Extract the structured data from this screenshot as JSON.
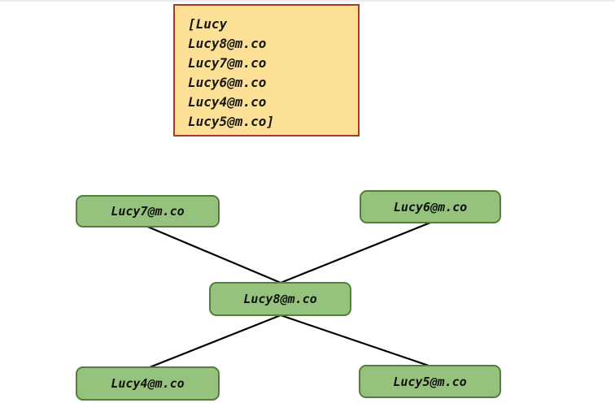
{
  "annotation_box": {
    "lines": [
      "[Lucy",
      "Lucy8@m.co",
      "Lucy7@m.co",
      "Lucy6@m.co",
      "Lucy4@m.co",
      "Lucy5@m.co]"
    ]
  },
  "diagram": {
    "nodes": [
      {
        "id": "lucy7",
        "label": "Lucy7@m.co"
      },
      {
        "id": "lucy6",
        "label": "Lucy6@m.co"
      },
      {
        "id": "lucy8",
        "label": "Lucy8@m.co"
      },
      {
        "id": "lucy4",
        "label": "Lucy4@m.co"
      },
      {
        "id": "lucy5",
        "label": "Lucy5@m.co"
      }
    ],
    "edges": [
      {
        "from": "Lucy7@m.co",
        "to": "Lucy8@m.co"
      },
      {
        "from": "Lucy6@m.co",
        "to": "Lucy8@m.co"
      },
      {
        "from": "Lucy8@m.co",
        "to": "Lucy4@m.co"
      },
      {
        "from": "Lucy8@m.co",
        "to": "Lucy5@m.co"
      }
    ]
  },
  "colors": {
    "node_fill": "#95C27D",
    "node_border": "#557D3B",
    "annotation_fill": "#FBE096",
    "annotation_border": "#A83A21",
    "edge_color": "#000000",
    "text_color": "#161616",
    "background": "#FFFFFF"
  }
}
